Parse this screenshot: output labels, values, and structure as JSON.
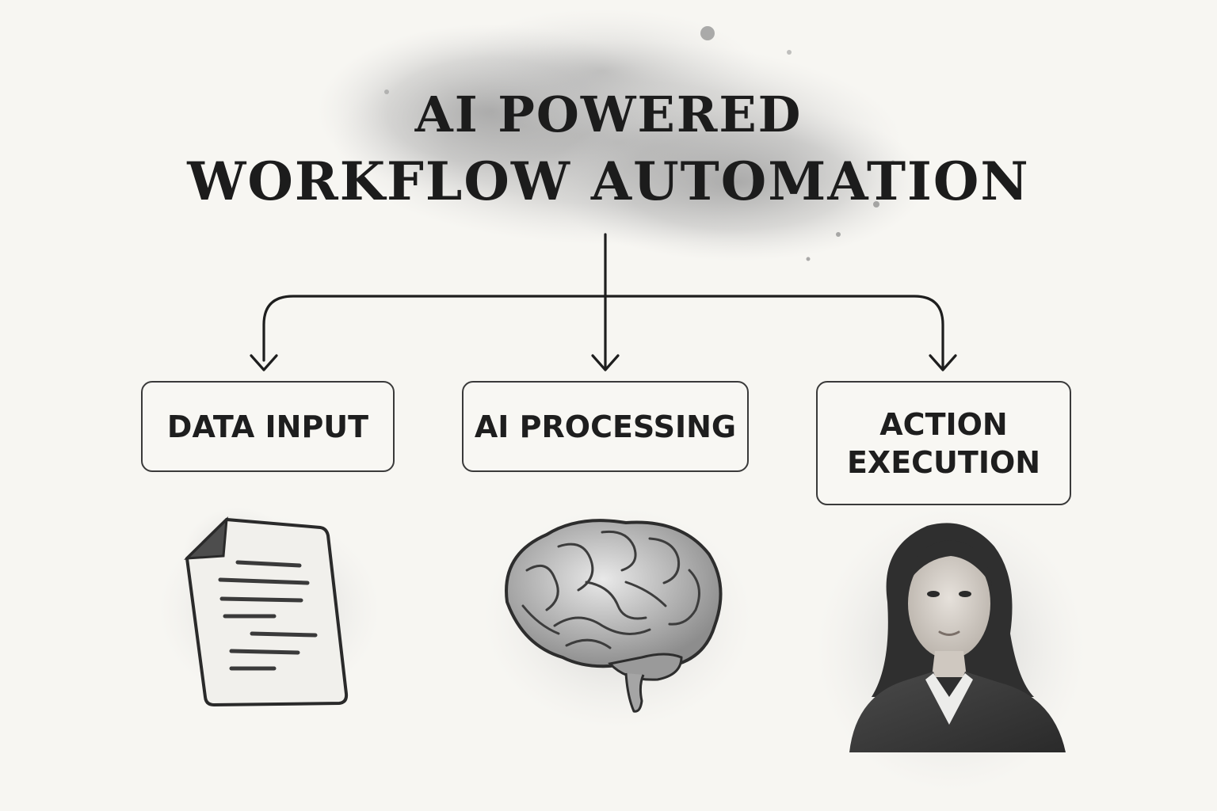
{
  "title": {
    "line1": "AI POWERED",
    "line2": "WORKFLOW AUTOMATION"
  },
  "nodes": [
    {
      "label": "DATA INPUT",
      "icon": "document-icon"
    },
    {
      "label": "AI PROCESSING",
      "icon": "brain-icon"
    },
    {
      "label_line1": "ACTION",
      "label_line2": "EXECUTION",
      "icon": "person-portrait"
    }
  ],
  "colors": {
    "background": "#f7f6f2",
    "ink": "#1c1c1c",
    "wash": "#9a9a9a"
  }
}
